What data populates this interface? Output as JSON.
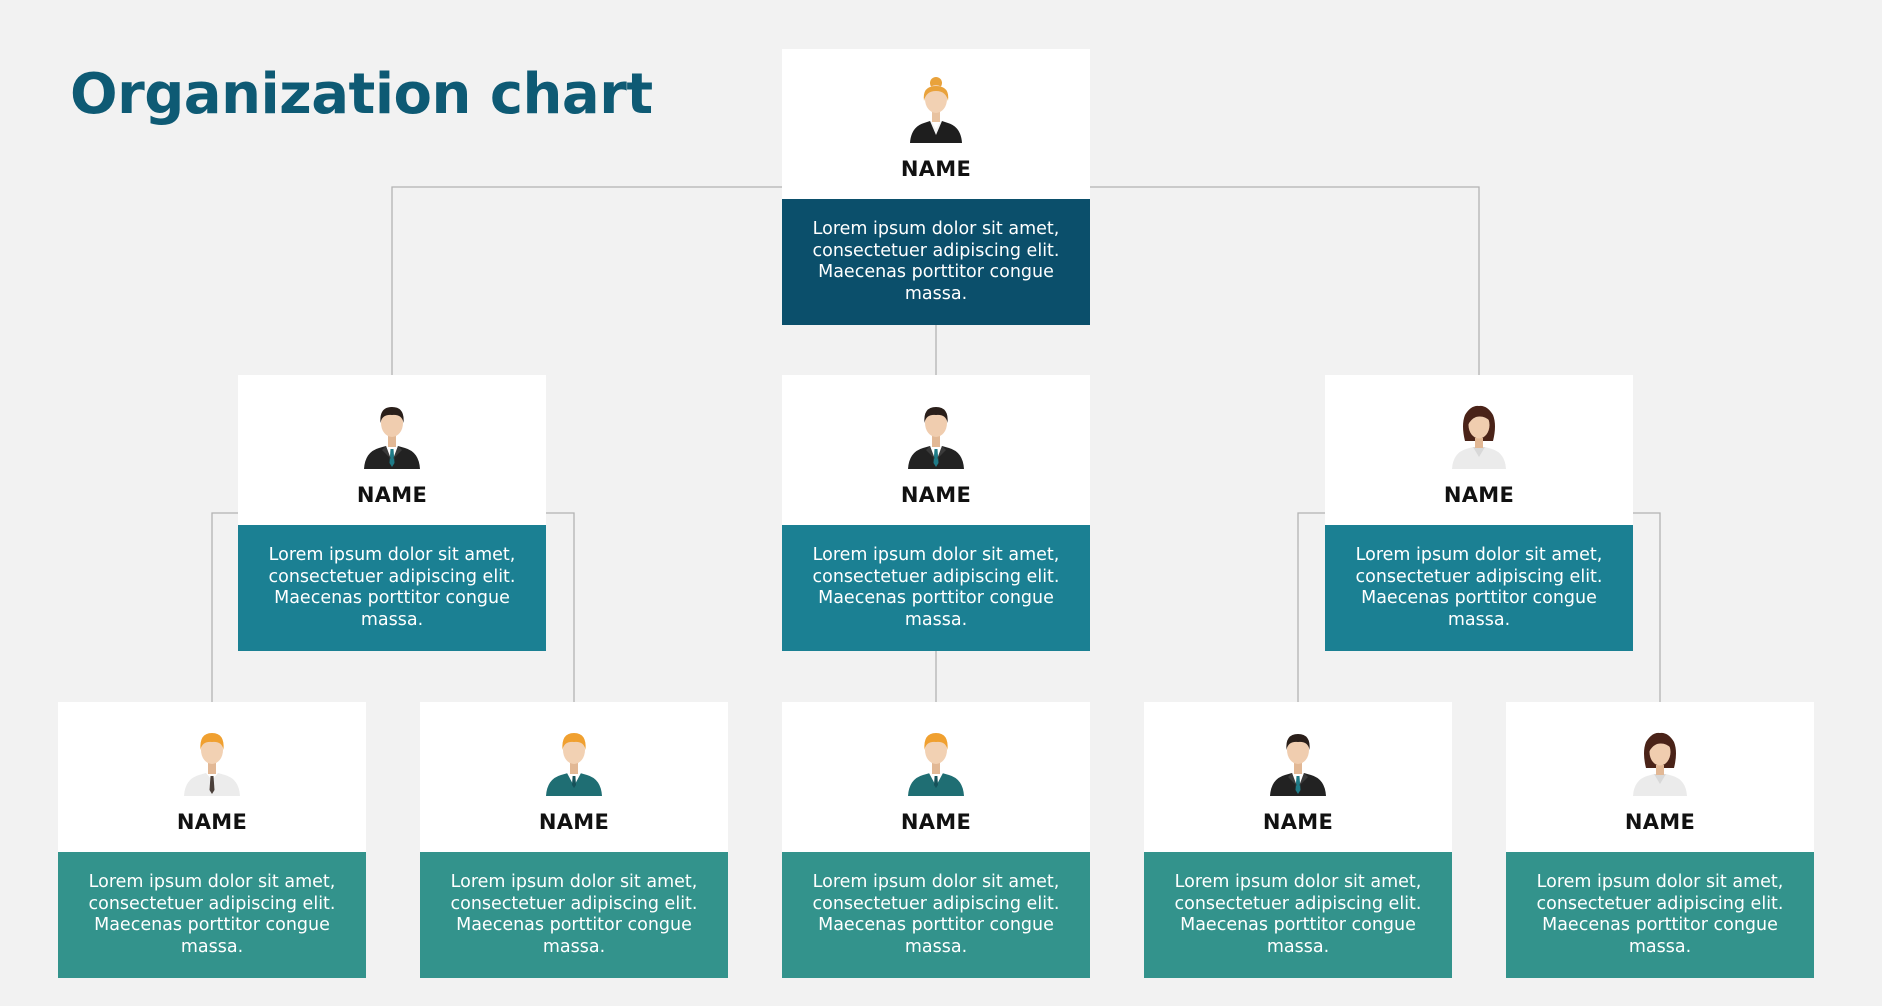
{
  "title": "Organization chart",
  "colors": {
    "background": "#f2f2f2",
    "title": "#0e5a74",
    "level0": "#0b4f6b",
    "level1": "#1b8093",
    "level2": "#33938c",
    "connector": "#b3b3b3"
  },
  "nodes": {
    "top": {
      "name": "NAME",
      "description": "Lorem ipsum dolor sit amet, consectetuer adipiscing elit. Maecenas porttitor congue massa.",
      "avatar_icon": "woman-blonde-bun-black-suit-icon"
    },
    "mid_left": {
      "name": "NAME",
      "description": "Lorem ipsum dolor sit amet, consectetuer adipiscing elit. Maecenas porttitor congue massa.",
      "avatar_icon": "man-dark-hair-black-suit-icon"
    },
    "mid_center": {
      "name": "NAME",
      "description": "Lorem ipsum dolor sit amet, consectetuer adipiscing elit. Maecenas porttitor congue massa.",
      "avatar_icon": "man-dark-hair-black-suit-icon"
    },
    "mid_right": {
      "name": "NAME",
      "description": "Lorem ipsum dolor sit amet, consectetuer adipiscing elit. Maecenas porttitor congue massa.",
      "avatar_icon": "woman-dark-hair-white-shirt-icon"
    },
    "bottom_1": {
      "name": "NAME",
      "description": "Lorem ipsum dolor sit amet, consectetuer adipiscing elit. Maecenas porttitor congue massa.",
      "avatar_icon": "man-orange-hair-white-shirt-icon"
    },
    "bottom_2": {
      "name": "NAME",
      "description": "Lorem ipsum dolor sit amet, consectetuer adipiscing elit. Maecenas porttitor congue massa.",
      "avatar_icon": "man-orange-hair-teal-sweater-icon"
    },
    "bottom_3": {
      "name": "NAME",
      "description": "Lorem ipsum dolor sit amet, consectetuer adipiscing elit. Maecenas porttitor congue massa.",
      "avatar_icon": "man-orange-hair-teal-sweater-icon"
    },
    "bottom_4": {
      "name": "NAME",
      "description": "Lorem ipsum dolor sit amet, consectetuer adipiscing elit. Maecenas porttitor congue massa.",
      "avatar_icon": "man-dark-hair-black-suit-icon"
    },
    "bottom_5": {
      "name": "NAME",
      "description": "Lorem ipsum dolor sit amet, consectetuer adipiscing elit. Maecenas porttitor congue massa.",
      "avatar_icon": "woman-dark-hair-white-shirt-icon"
    }
  },
  "edges": [
    [
      "top",
      "mid_left"
    ],
    [
      "top",
      "mid_center"
    ],
    [
      "top",
      "mid_right"
    ],
    [
      "mid_left",
      "bottom_1"
    ],
    [
      "mid_left",
      "bottom_2"
    ],
    [
      "mid_center",
      "bottom_3"
    ],
    [
      "mid_right",
      "bottom_4"
    ],
    [
      "mid_right",
      "bottom_5"
    ]
  ]
}
